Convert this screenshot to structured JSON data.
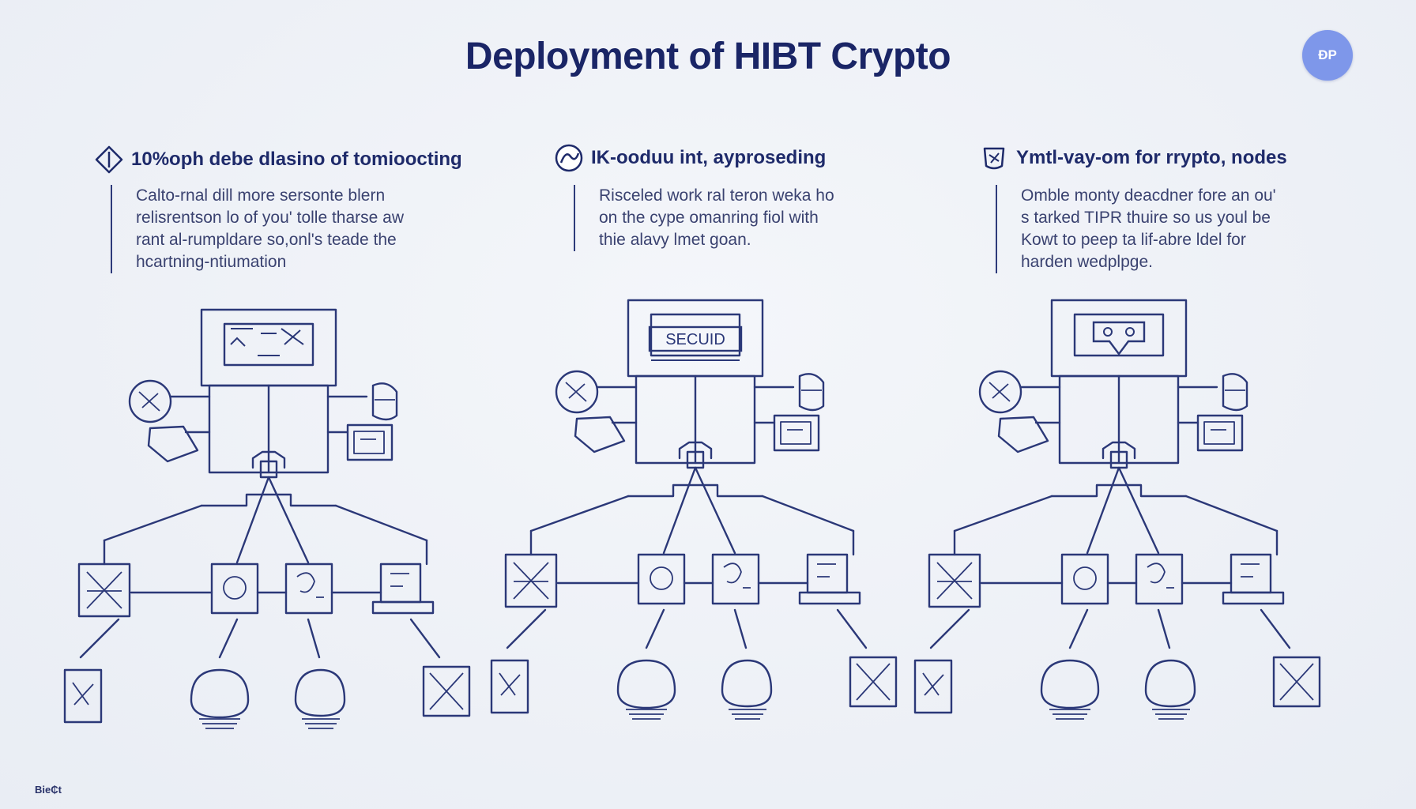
{
  "title": "Deployment of HIBT Crypto",
  "badge": "ĐP",
  "footer": "Bie₵t",
  "columns": [
    {
      "heading": "10%oph debe dlasino of tomioocting",
      "icon": "shield-outline-icon",
      "body": [
        "Calto-rnal dill more sersonte blern",
        "relisrentson lo of you' tolle tharse aw",
        "rant al-rumpldare so,onl's teade the",
        "hcartning-ntiumation"
      ],
      "diagram": {
        "top_label": ""
      }
    },
    {
      "heading": "IK-ooduu int, ayproseding",
      "icon": "circle-wave-icon",
      "body": [
        "Risceled work ral teron weka ho",
        "on the cype omanring fiol with",
        "thie alavy lmet goan."
      ],
      "diagram": {
        "top_label": "SECUID"
      }
    },
    {
      "heading": "Ymtl-vay-om for rrypto, nodes",
      "icon": "cup-node-icon",
      "body": [
        "Omble monty deacdner fore an ou'",
        "s tarked TIPR thuire so us youl be",
        "Kowt to peep ta lif-abre ldel for",
        "harden wedplpge."
      ],
      "diagram": {
        "top_label": ""
      }
    }
  ]
}
